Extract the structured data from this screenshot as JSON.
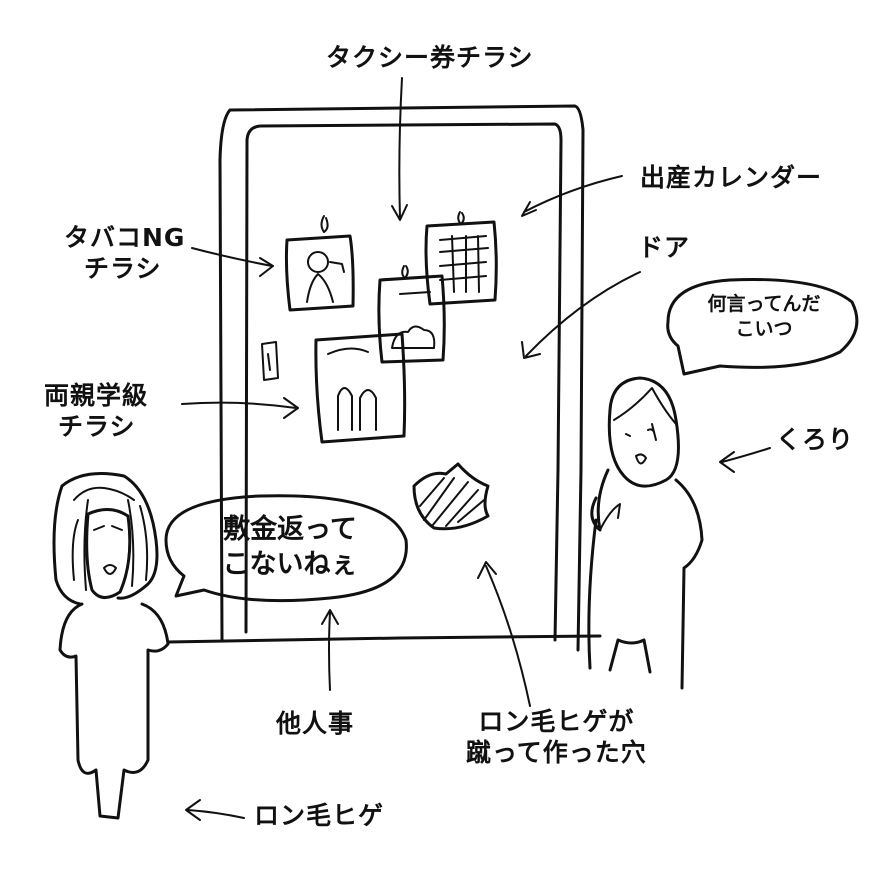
{
  "labels": {
    "taxi_flyer": "タクシー券チラシ",
    "birth_calendar": "出産カレンダー",
    "no_smoking_line1": "タバコNG",
    "no_smoking_line2": "チラシ",
    "door": "ドア",
    "parents_class_line1": "両親学級",
    "parents_class_line2": "チラシ",
    "kurori": "くろり",
    "not_my_problem": "他人事",
    "hole_line1": "ロン毛ヒゲが",
    "hole_line2": "蹴って作った穴",
    "long_hair_beard": "ロン毛ヒゲ"
  },
  "bubbles": {
    "right_line1": "何言ってんだ",
    "right_line2": "こいつ",
    "left_line1": "敷金返って",
    "left_line2": "こないねぇ"
  }
}
